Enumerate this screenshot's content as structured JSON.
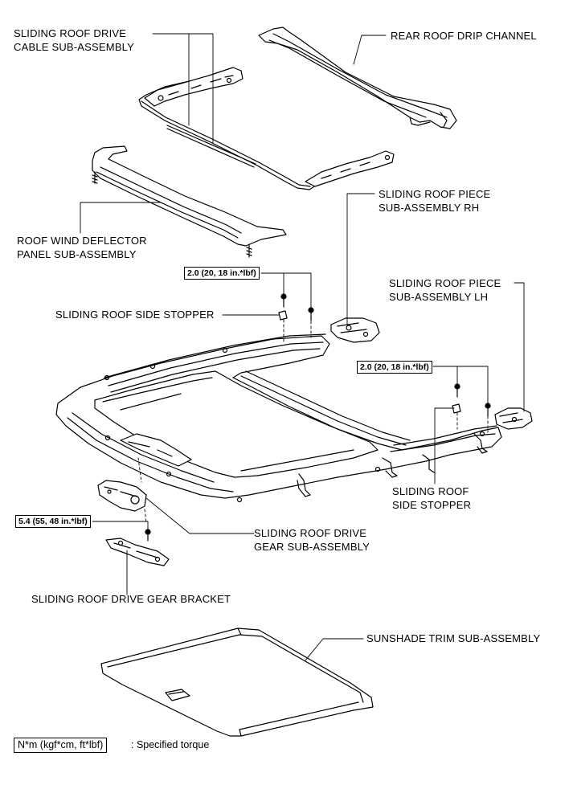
{
  "labels": {
    "drive_cable": "SLIDING ROOF DRIVE\nCABLE SUB-ASSEMBLY",
    "rear_drip": "REAR ROOF DRIP CHANNEL",
    "piece_rh": "SLIDING ROOF PIECE\nSUB-ASSEMBLY RH",
    "wind_deflector": "ROOF WIND DEFLECTOR\nPANEL SUB-ASSEMBLY",
    "piece_lh": "SLIDING ROOF PIECE\nSUB-ASSEMBLY LH",
    "side_stopper_left": "SLIDING ROOF SIDE STOPPER",
    "side_stopper_right": "SLIDING ROOF\nSIDE STOPPER",
    "drive_gear": "SLIDING ROOF DRIVE\nGEAR SUB-ASSEMBLY",
    "drive_gear_bracket": "SLIDING ROOF DRIVE GEAR BRACKET",
    "sunshade": "SUNSHADE TRIM SUB-ASSEMBLY"
  },
  "torques": {
    "t1": "2.0 (20, 18 in.*lbf)",
    "t2": "2.0 (20, 18 in.*lbf)",
    "t3": "5.4 (55, 48 in.*lbf)"
  },
  "legend": {
    "unit": "N*m (kgf*cm, ft*lbf)",
    "text": ": Specified torque"
  }
}
